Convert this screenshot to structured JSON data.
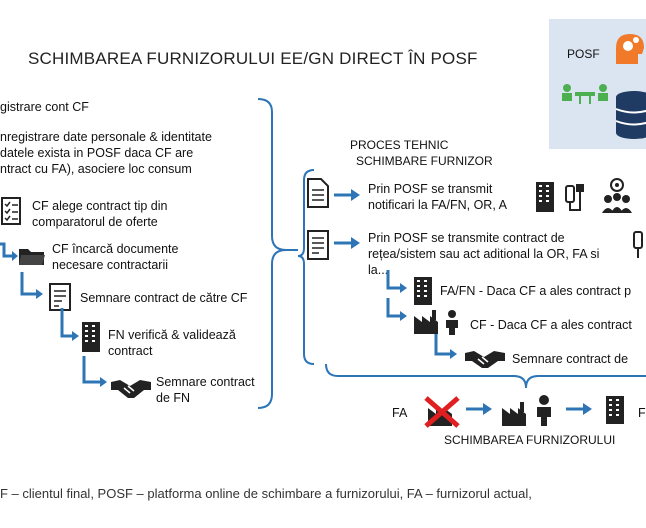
{
  "diagram": {
    "title": "SCHIMBAREA FURNIZORULUI EE/GN DIRECT ÎN POSF",
    "posf_label": "POSF",
    "steps": [
      {
        "text": "gistrare cont CF"
      },
      {
        "text": "nregistrare date personale & identitate"
      },
      {
        "text": "datele exista in POSF daca CF are"
      },
      {
        "text": "ntract cu FA), asociere loc consum"
      },
      {
        "text": "CF alege contract tip din"
      },
      {
        "text": "comparatorul de oferte"
      },
      {
        "text": "CF încarcă documente"
      },
      {
        "text": "necesare contractarii"
      },
      {
        "text": "Semnare contract de către CF"
      },
      {
        "text": "FN verifică & validează"
      },
      {
        "text": "contract"
      },
      {
        "text": "Semnare contract"
      },
      {
        "text": "de FN"
      }
    ],
    "process_title_1": "PROCES TEHNIC",
    "process_title_2": "SCHIMBARE FURNIZOR",
    "right": {
      "item1_line1": "Prin POSF se transmit",
      "item1_line2": "notificari la FA/FN, OR, A",
      "item2_line1": "Prin POSF se transmite contract de",
      "item2_line2": "rețea/sistem sau act aditional la OR, FA si",
      "item2_line3": "la...",
      "sub1": "FA/FN - Daca CF a ales contract p",
      "sub2": "CF - Daca CF a ales contract",
      "sub3": "Semnare contract de"
    },
    "bottom": {
      "fa_label": "FA",
      "fn_label": "F",
      "caption": "SCHIMBAREA FURNIZORULUI"
    },
    "footnote": "F – clientul final, POSF – platforma online de schimbare a furnizorului, FA – furnizorul actual,",
    "colors": {
      "accent": "#2e75b6",
      "box_bg": "#dbe5f1",
      "cross": "#e02020",
      "green": "#4caf50",
      "orange": "#f07a2a",
      "dark_blue": "#1f3a63"
    }
  }
}
